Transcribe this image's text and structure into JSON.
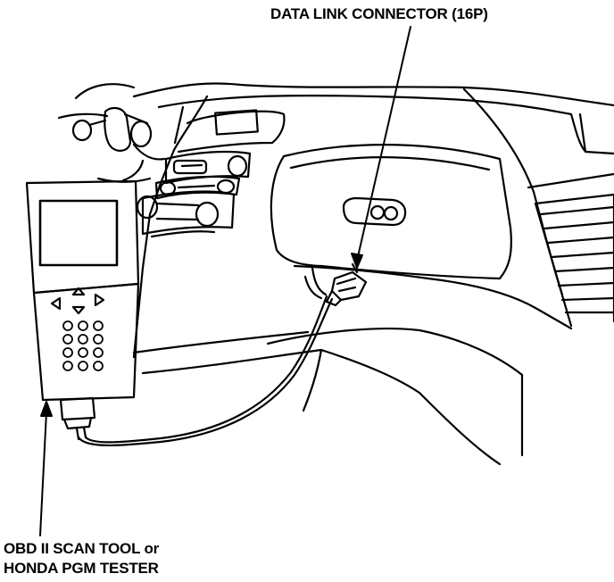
{
  "labels": {
    "connector": "DATA LINK CONNECTOR (16P)",
    "tool_line1": "OBD II SCAN TOOL or",
    "tool_line2": "HONDA PGM TESTER"
  },
  "icons": [
    "steering-column-icon",
    "scan-tool-icon",
    "arrow-keys-icon",
    "keypad-icon",
    "connector-plug-icon"
  ],
  "colors": {
    "ink": "#000000",
    "paper": "#ffffff"
  }
}
